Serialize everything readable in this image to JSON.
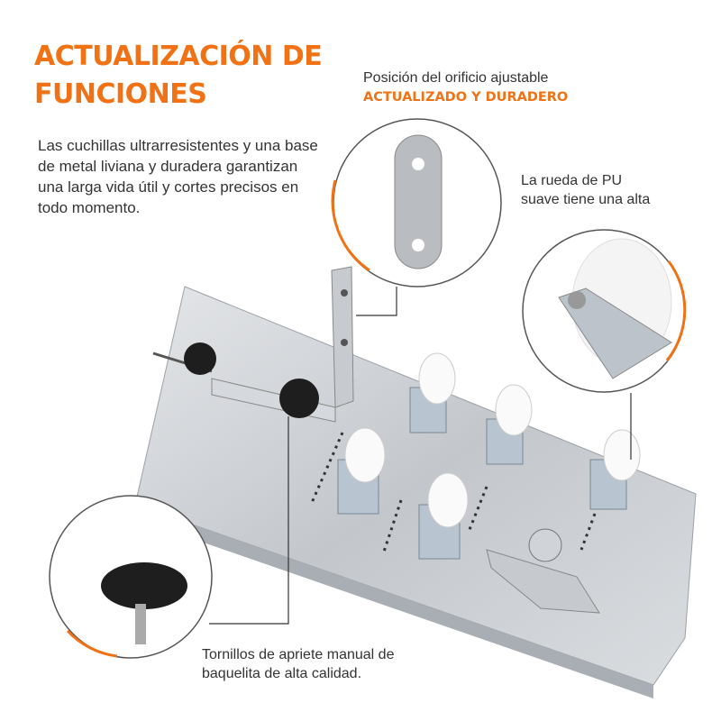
{
  "header": {
    "title_line1": "ACTUALIZACIÓN DE",
    "title_line2": "FUNCIONES"
  },
  "description": "Las cuchillas ultrarresistentes y una base de metal liviana y duradera garantizan una larga vida útil y cortes precisos en todo momento.",
  "callouts": {
    "hole": {
      "line1": "Posición del orificio ajustable",
      "line2": "ACTUALIZADO Y DURADERO"
    },
    "wheel": {
      "line1": "La rueda de PU",
      "line2": "suave tiene una alta"
    },
    "knob": {
      "line1": "Tornillos de apriete manual de",
      "line2": "baquelita de alta calidad."
    }
  },
  "colors": {
    "accent": "#f07214",
    "text": "#333333",
    "metal": "#c9cdd2"
  }
}
